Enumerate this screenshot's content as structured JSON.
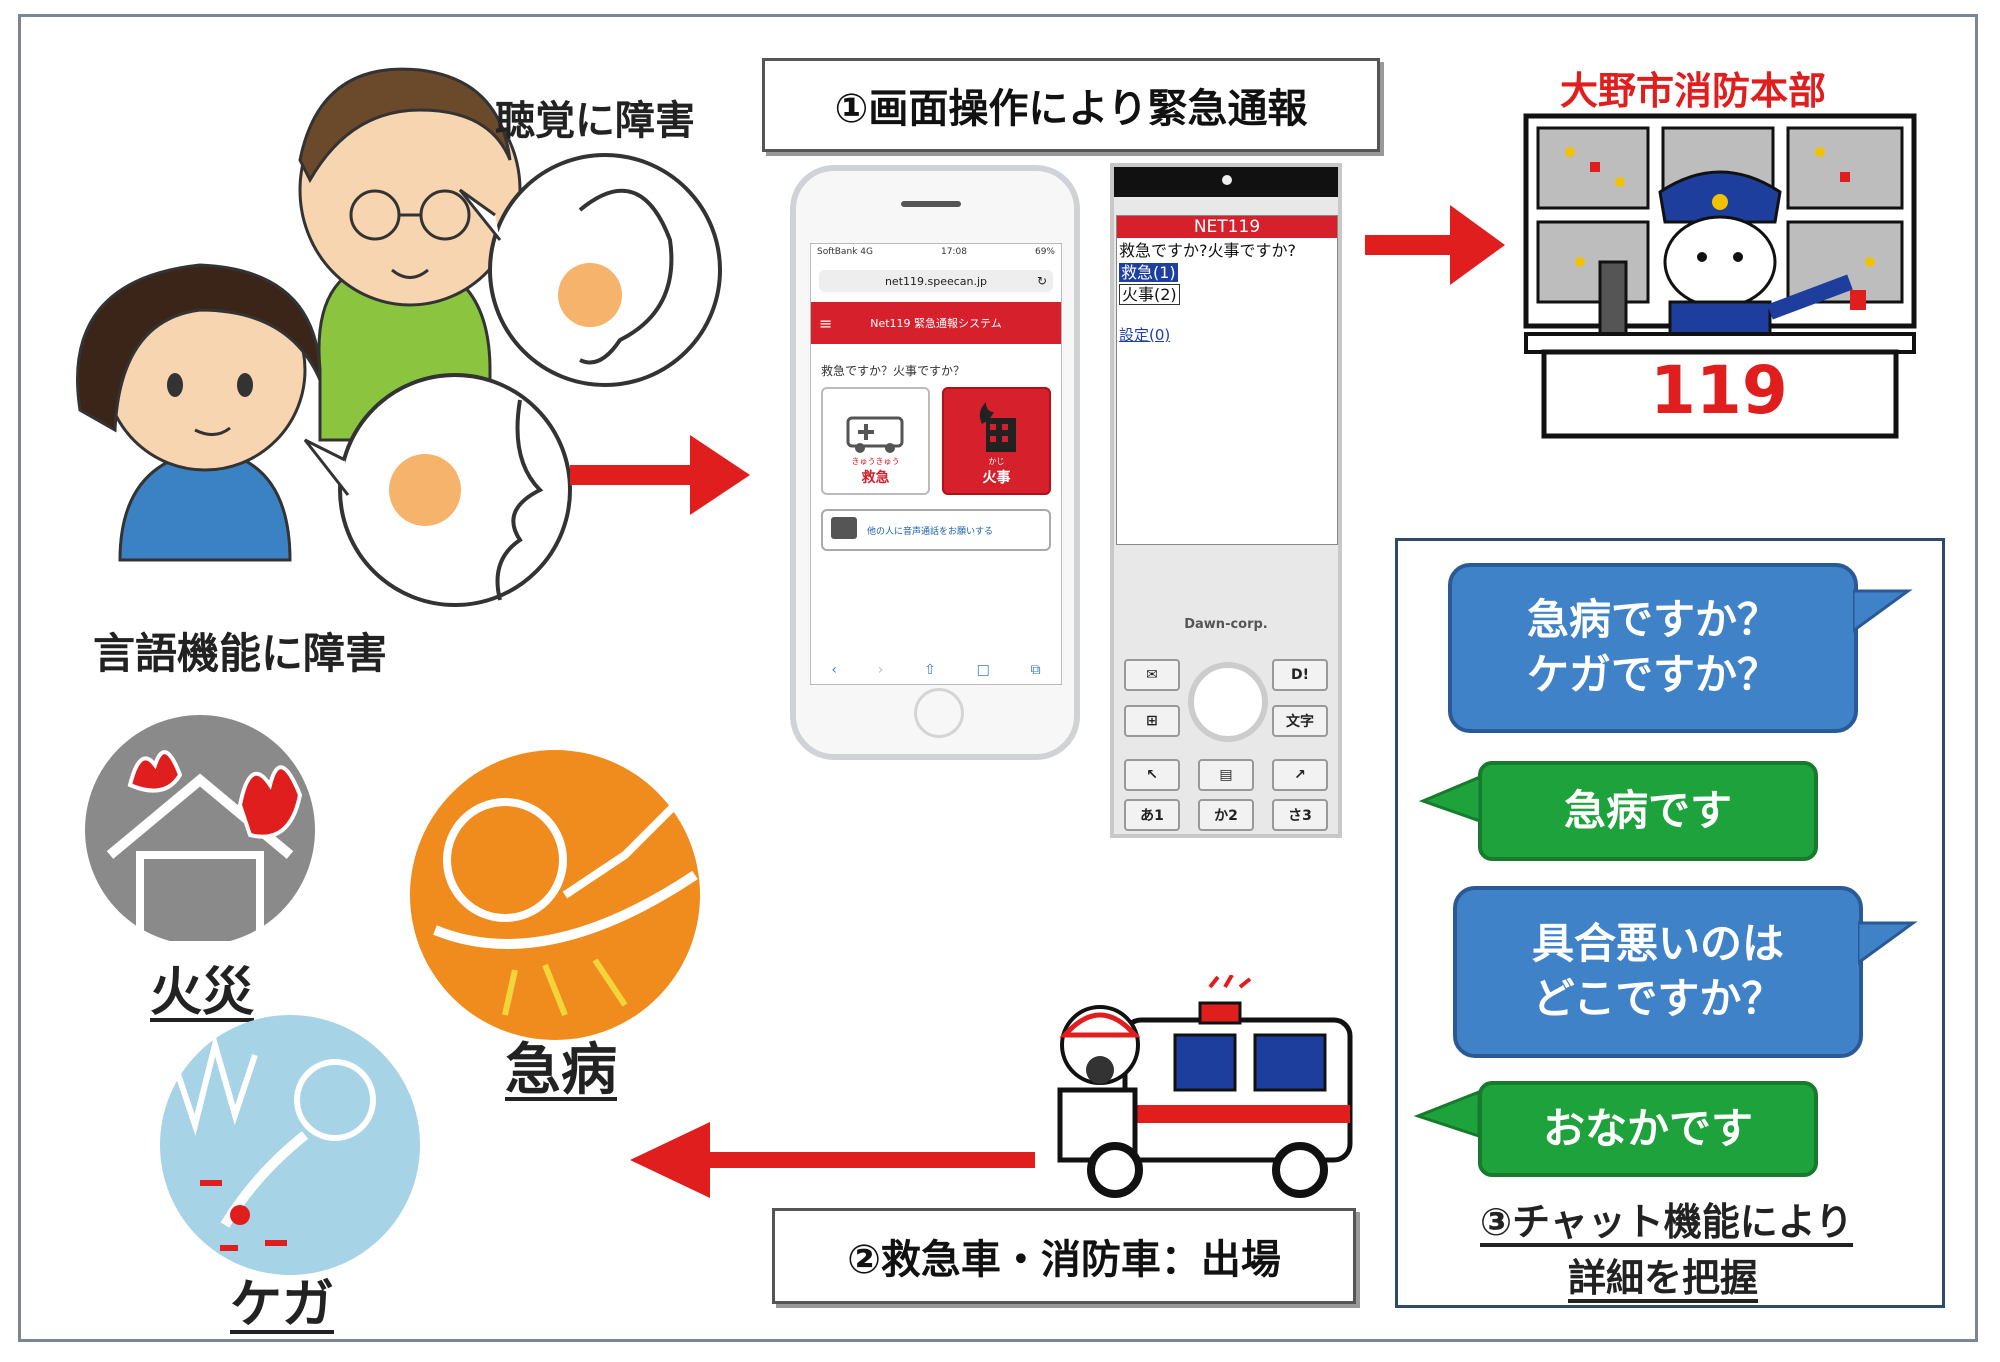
{
  "labels": {
    "hearing": "聴覚に障害",
    "speech": "言語機能に障害",
    "step1": "①画面操作により緊急通報",
    "hq": "大野市消防本部",
    "hq_number": "119",
    "step2": "②救急車・消防車：出場",
    "step3_line1": "③チャット機能により",
    "step3_line2": "詳細を把握",
    "cat_fire": "火災",
    "cat_illness": "急病",
    "cat_injury": "ケガ"
  },
  "smartphone": {
    "carrier": "SoftBank 4G",
    "time": "17:08",
    "battery": "69%",
    "url": "net119.speecan.jp",
    "header": "Net119 緊急通報システム",
    "question": "救急ですか？火事ですか？",
    "ems_ruby": "きゅうきゅう",
    "ems_label": "救急",
    "fire_ruby": "かじ",
    "fire_label": "火事",
    "voice_label": "他の人に音声通話をお願いする"
  },
  "flip_phone": {
    "header": "NET119",
    "question": "救急ですか?火事ですか?",
    "option1": "救急(1)",
    "option2": "火事(2)",
    "settings": "設定(0)",
    "brand": "Dawn-corp.",
    "key_d": "D!",
    "key_moji": "文字",
    "key_1": "あ1",
    "key_2": "か2",
    "key_3": "さ3"
  },
  "chat": {
    "q1": "急病ですか？\nケガですか？",
    "a1": "急病です",
    "q2": "具合悪いのは\nどこですか？",
    "a2": "おなかです"
  },
  "colors": {
    "accent_red": "#e01e1e",
    "chat_blue": "#3f82c8",
    "chat_green": "#1ea23c",
    "illness_orange": "#f08c1e",
    "injury_lightblue": "#a7d3e6",
    "fire_gray": "#8a8a8a"
  }
}
